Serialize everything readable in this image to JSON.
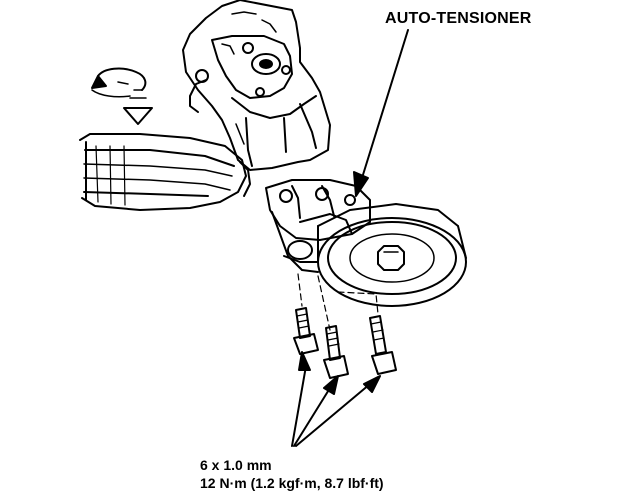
{
  "labels": {
    "auto_tensioner": "AUTO-TENSIONER",
    "bolt_size": "6 x 1.0 mm",
    "bolt_torque": "12 N·m (1.2 kgf·m, 8.7 lbf·ft)"
  },
  "colors": {
    "ink": "#000000",
    "paper": "#ffffff"
  }
}
